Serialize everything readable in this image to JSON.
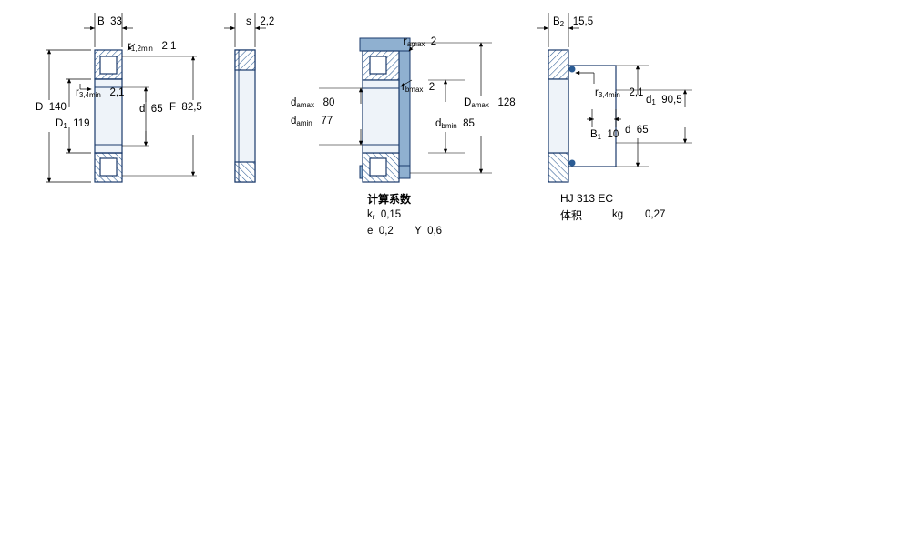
{
  "figure": {
    "type": "engineering-drawing",
    "subject": "Cylindrical roller bearing dimension drawing",
    "views": [
      {
        "id": "view-front-section",
        "name": "front-sectional-view"
      },
      {
        "id": "view-side",
        "name": "side-view"
      },
      {
        "id": "view-abutment",
        "name": "abutment-dimensions-view"
      },
      {
        "id": "view-angle-ring",
        "name": "angle-ring-view"
      }
    ]
  },
  "view1": {
    "B_label": "B",
    "B_value": "33",
    "r12_label": "r",
    "r12_sub": "1,2min",
    "r12_value": "2,1",
    "r34_label": "r",
    "r34_sub": "3,4min",
    "r34_value": "2,1",
    "D_label": "D",
    "D_value": "140",
    "D1_label": "D",
    "D1_sub": "1",
    "D1_value": "119",
    "d_label": "d",
    "d_value": "65",
    "F_label": "F",
    "F_value": "82,5"
  },
  "view2": {
    "s_label": "s",
    "s_value": "2,2"
  },
  "view3": {
    "ra_label": "r",
    "ra_sub": "amax",
    "ra_value": "2",
    "rb_label": "r",
    "rb_sub": "bmax",
    "rb_value": "2",
    "da_max_label": "d",
    "da_max_sub": "amax",
    "da_max_value": "80",
    "da_min_label": "d",
    "da_min_sub": "amin",
    "da_min_value": "77",
    "db_min_label": "d",
    "db_min_sub": "bmin",
    "db_min_value": "85",
    "Da_max_label": "D",
    "Da_max_sub": "amax",
    "Da_max_value": "128",
    "calc_title": "计算系数",
    "kr_label": "k",
    "kr_sub": "r",
    "kr_value": "0,15",
    "e_label": "e",
    "e_value": "0,2",
    "Y_label": "Y",
    "Y_value": "0,6"
  },
  "view4": {
    "B2_label": "B",
    "B2_sub": "2",
    "B2_value": "15,5",
    "B1_label": "B",
    "B1_sub": "1",
    "B1_value": "10",
    "r34_label": "r",
    "r34_sub": "3,4min",
    "r34_value": "2,1",
    "d1_label": "d",
    "d1_sub": "1",
    "d1_value": "90,5",
    "d_label": "d",
    "d_value": "65",
    "designation": "HJ 313 EC",
    "mass_label": "体积",
    "mass_unit": "kg",
    "mass_value": "0,27"
  },
  "colors": {
    "outline": "#1a3a6b",
    "hatch": "#9fb8d4",
    "fill_light": "#eaf0f7",
    "dim": "#000000"
  }
}
